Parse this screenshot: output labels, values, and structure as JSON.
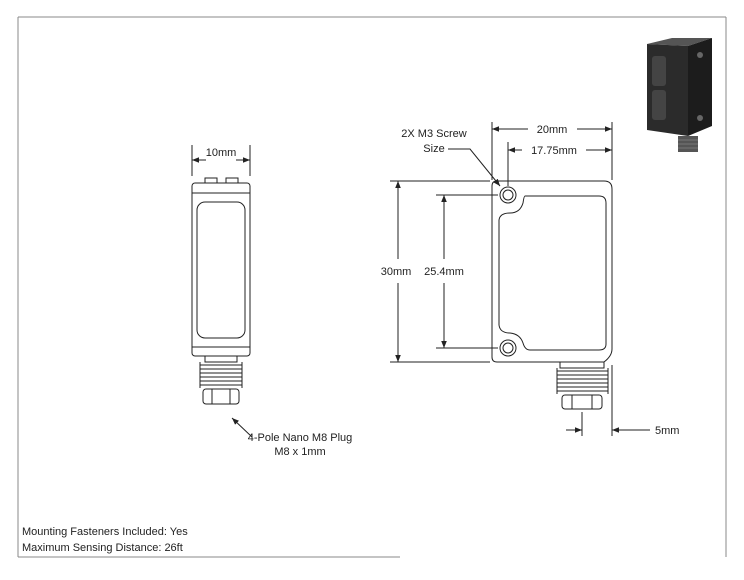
{
  "dimensions": {
    "front_width": "10mm",
    "side_width": "20mm",
    "hole_spacing_horizontal": "17.75mm",
    "height": "30mm",
    "hole_spacing_vertical": "25.4mm",
    "connector_offset": "5mm"
  },
  "callouts": {
    "screw_line1": "2X M3 Screw",
    "screw_line2": "Size",
    "plug_line1": "4-Pole Nano M8 Plug",
    "plug_line2": "M8 x 1mm"
  },
  "notes": {
    "fasteners": "Mounting Fasteners Included: Yes",
    "sensing_distance": "Maximum Sensing Distance: 26ft"
  },
  "colors": {
    "line": "#222222",
    "frame": "#888888",
    "photo_body": "#2b2b2b"
  }
}
